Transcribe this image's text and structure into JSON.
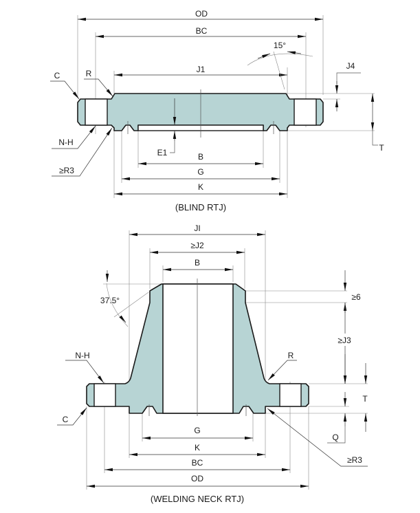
{
  "blind_rtj": {
    "caption": "(BLIND RTJ)",
    "labels": {
      "od": "OD",
      "bc": "BC",
      "j1": "J1",
      "angle": "15°",
      "j4": "J4",
      "t": "T",
      "c": "C",
      "r": "R",
      "nh": "N-H",
      "r3": "≥R3",
      "e1": "E1",
      "b": "B",
      "g": "G",
      "k": "K"
    }
  },
  "welding_neck_rtj": {
    "caption": "(WELDING NECK RTJ)",
    "labels": {
      "jl": "JI",
      "j2": "≥J2",
      "b": "B",
      "angle": "37.5°",
      "min6": "≥6",
      "j3": "≥J3",
      "nh": "N-H",
      "r": "R",
      "t": "T",
      "c": "C",
      "q": "Q",
      "g": "G",
      "k": "K",
      "bc": "BC",
      "od": "OD",
      "r3": "≥R3"
    }
  },
  "colors": {
    "fill": "#b7d4d4",
    "outline": "#1a1a1a"
  }
}
